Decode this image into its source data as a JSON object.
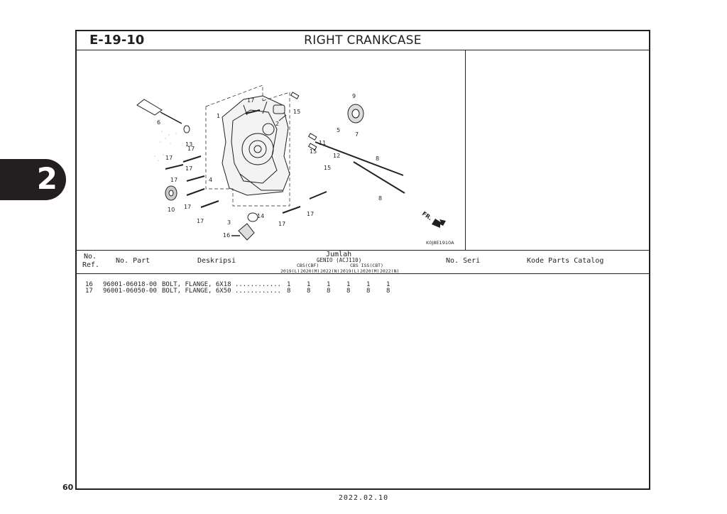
{
  "section_code": "E-19-10",
  "section_title": "RIGHT CRANKCASE",
  "chapter_tab": "2",
  "page_number": "60",
  "footer_date": "2022.02.10",
  "diagram": {
    "code": "K0J8E1910A",
    "front_arrow_label": "FR.",
    "callouts": [
      "1",
      "2",
      "3",
      "4",
      "5",
      "6",
      "7",
      "8",
      "8",
      "9",
      "10",
      "11",
      "12",
      "13",
      "14",
      "15",
      "15",
      "15",
      "16",
      "17",
      "17",
      "17",
      "17",
      "17",
      "17",
      "17",
      "17",
      "17"
    ]
  },
  "table": {
    "headers": {
      "ref": "No.\nRef.",
      "ref_line1": "No.",
      "ref_line2": "Ref.",
      "part_no": "No. Part",
      "description": "Deskripsi",
      "quantity": "Jumlah",
      "model": "GENIO (ACJ110)",
      "group1": "CBS(CBF)",
      "group2": "CBS ISS(CBT)",
      "years": [
        "2019(L)",
        "2020(M)",
        "2022(N)",
        "2019(L)",
        "2020(M)",
        "2022(N)"
      ],
      "serial": "No. Seri",
      "catalog": "Kode Parts Catalog"
    },
    "rows": [
      {
        "ref": "16",
        "part_no": "96001-06018-00",
        "description": "BOLT, FLANGE, 6X18 ............",
        "qty": [
          "1",
          "1",
          "1",
          "1",
          "1",
          "1"
        ]
      },
      {
        "ref": "17",
        "part_no": "96001-06050-00",
        "description": "BOLT, FLANGE, 6X50 ............",
        "qty": [
          "8",
          "8",
          "8",
          "8",
          "8",
          "8"
        ]
      }
    ]
  }
}
